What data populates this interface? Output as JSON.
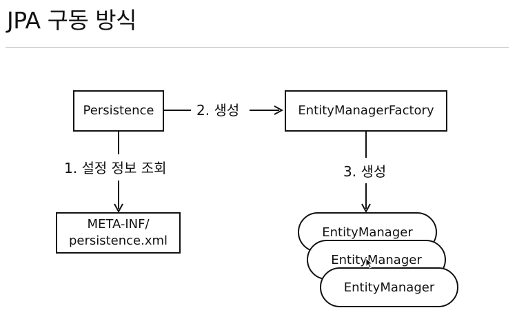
{
  "title": "JPA 구동 방식",
  "nodes": {
    "persistence": "Persistence",
    "factory": "EntityManagerFactory",
    "meta_inf_line1": "META-INF/",
    "meta_inf_line2": "persistence.xml",
    "entity_managers": [
      "EntityManager",
      "EntityManager",
      "EntityManager"
    ]
  },
  "edges": {
    "create_factory": "2. 생성",
    "read_config": "1. 설정 정보 조회",
    "create_manager": "3. 생성"
  },
  "colors": {
    "stroke": "#111111",
    "title_rule": "#b8b8b8",
    "background": "#ffffff"
  }
}
